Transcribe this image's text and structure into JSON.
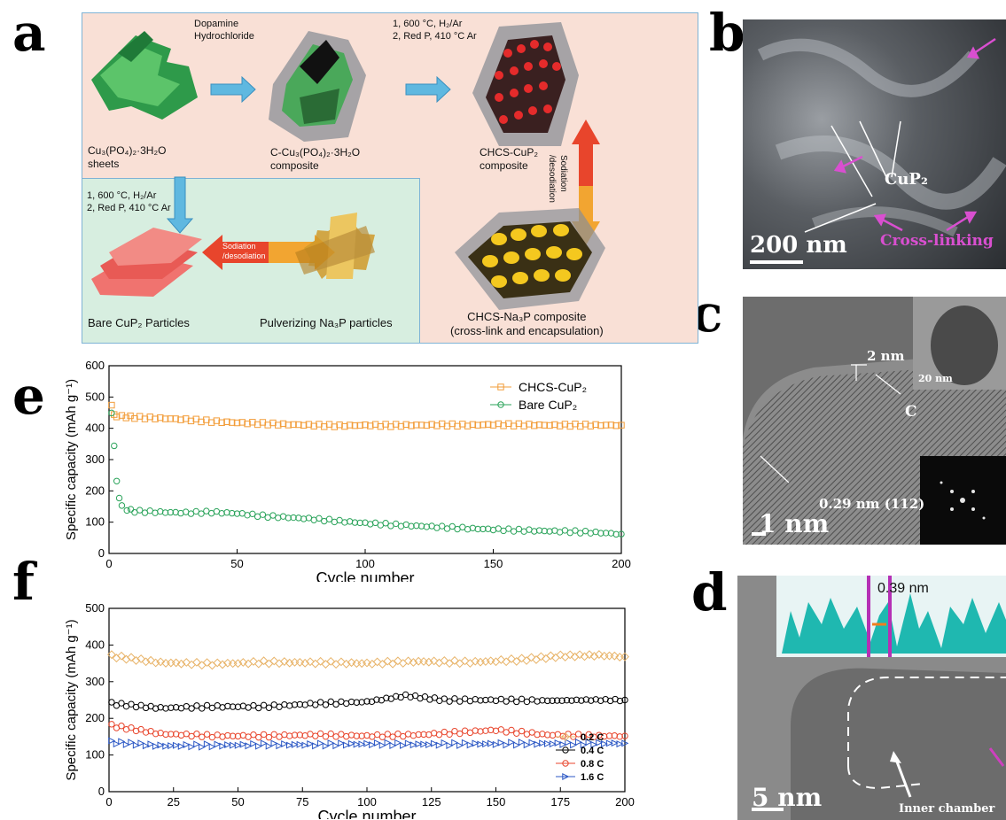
{
  "panel_labels": {
    "a": "a",
    "b": "b",
    "c": "c",
    "d": "d",
    "e": "e",
    "f": "f"
  },
  "schematic": {
    "step1_label": "Dopamine\nHydrochloride",
    "step2_label": "1, 600 °C, H₂/Ar\n2, Red P, 410 °C Ar",
    "step3_label": "1, 600 °C, H₂/Ar\n2, Red P, 410 °C Ar",
    "precursor": "Cu₃(PO₄)₂·3H₂O\nsheets",
    "c_composite": "C-Cu₃(PO₄)₂·3H₂O\ncomposite",
    "chcs_cup2": "CHCS-CuP₂\ncomposite",
    "vertical_arrow_label": "Sodiation\n/desodiation",
    "horizontal_arrow_label": "Sodiation\n/desodiation",
    "bare_cup2": "Bare CuP₂ Particles",
    "pulverizing": "Pulverizing Na₃P particles",
    "chcs_na3p": "CHCS-Na₃P composite\n(cross-link and encapsulation)"
  },
  "panel_b": {
    "scale": "200 nm",
    "cup2": "CuP₂",
    "crosslink": "Cross-linking"
  },
  "panel_c": {
    "scale": "1 nm",
    "thickness": "2 nm",
    "carbon": "C",
    "spacing": "0.29 nm (112)",
    "inset_scale": "20 nm"
  },
  "panel_d": {
    "scale": "5 nm",
    "spacing": "0.39 nm",
    "chamber": "Inner chamber"
  },
  "colors": {
    "orange": "#f29c38",
    "green": "#2aa35a",
    "black": "#000000",
    "red": "#e8452c",
    "blue": "#2b57c4",
    "magenta": "#cf3fbf",
    "tan": "#e8b46a"
  },
  "chart_data": [
    {
      "type": "scatter",
      "xlabel": "Cycle number",
      "ylabel": "Specific capacity (mAh g⁻¹)",
      "xlim": [
        0,
        200
      ],
      "ylim": [
        0,
        600
      ],
      "xticks": [
        "0",
        "50",
        "100",
        "150",
        "200"
      ],
      "yticks": [
        "0",
        "100",
        "200",
        "300",
        "400",
        "500",
        "600"
      ],
      "legend_position": "top-right",
      "series": [
        {
          "name": "CHCS-CuP₂",
          "color": "#f29c38",
          "marker": "square",
          "points": [
            [
              1,
              470
            ],
            [
              2,
              445
            ],
            [
              3,
              440
            ],
            [
              5,
              438
            ],
            [
              10,
              435
            ],
            [
              20,
              432
            ],
            [
              30,
              428
            ],
            [
              40,
              422
            ],
            [
              50,
              418
            ],
            [
              60,
              415
            ],
            [
              70,
              412
            ],
            [
              80,
              410
            ],
            [
              90,
              408
            ],
            [
              100,
              410
            ],
            [
              110,
              409
            ],
            [
              120,
              410
            ],
            [
              130,
              411
            ],
            [
              140,
              410
            ],
            [
              150,
              412
            ],
            [
              160,
              411
            ],
            [
              170,
              410
            ],
            [
              180,
              410
            ],
            [
              190,
              410
            ],
            [
              200,
              410
            ]
          ]
        },
        {
          "name": "Bare CuP₂",
          "color": "#2aa35a",
          "marker": "circle",
          "points": [
            [
              1,
              445
            ],
            [
              2,
              345
            ],
            [
              3,
              235
            ],
            [
              4,
              175
            ],
            [
              5,
              150
            ],
            [
              7,
              140
            ],
            [
              10,
              135
            ],
            [
              20,
              132
            ],
            [
              30,
              130
            ],
            [
              40,
              132
            ],
            [
              50,
              128
            ],
            [
              60,
              120
            ],
            [
              70,
              115
            ],
            [
              80,
              110
            ],
            [
              90,
              103
            ],
            [
              100,
              97
            ],
            [
              110,
              92
            ],
            [
              120,
              88
            ],
            [
              130,
              84
            ],
            [
              140,
              80
            ],
            [
              150,
              77
            ],
            [
              160,
              74
            ],
            [
              170,
              72
            ],
            [
              180,
              70
            ],
            [
              190,
              67
            ],
            [
              200,
              62
            ]
          ]
        }
      ]
    },
    {
      "type": "scatter",
      "xlabel": "Cycle number",
      "ylabel": "Specific capacity (mAh g⁻¹)",
      "xlim": [
        0,
        200
      ],
      "ylim": [
        0,
        500
      ],
      "xticks": [
        "0",
        "25",
        "50",
        "75",
        "100",
        "125",
        "150",
        "175",
        "200"
      ],
      "yticks": [
        "0",
        "100",
        "200",
        "300",
        "400",
        "500"
      ],
      "legend_position": "bottom-right",
      "series": [
        {
          "name": "0.2 C",
          "color": "#e8b46a",
          "marker": "diamond",
          "points": [
            [
              1,
              370
            ],
            [
              20,
              352
            ],
            [
              40,
              348
            ],
            [
              60,
              353
            ],
            [
              80,
              352
            ],
            [
              100,
              350
            ],
            [
              120,
              355
            ],
            [
              140,
              353
            ],
            [
              160,
              360
            ],
            [
              175,
              370
            ],
            [
              190,
              372
            ],
            [
              200,
              368
            ]
          ]
        },
        {
          "name": "0.4 C",
          "color": "#000000",
          "marker": "circle",
          "points": [
            [
              1,
              240
            ],
            [
              20,
              228
            ],
            [
              40,
              232
            ],
            [
              60,
              232
            ],
            [
              80,
              240
            ],
            [
              100,
              245
            ],
            [
              115,
              262
            ],
            [
              130,
              250
            ],
            [
              150,
              250
            ],
            [
              170,
              248
            ],
            [
              185,
              250
            ],
            [
              200,
              250
            ]
          ]
        },
        {
          "name": "0.8 C",
          "color": "#e8452c",
          "marker": "circle",
          "points": [
            [
              1,
              180
            ],
            [
              20,
              158
            ],
            [
              40,
              152
            ],
            [
              60,
              152
            ],
            [
              80,
              155
            ],
            [
              100,
              152
            ],
            [
              120,
              155
            ],
            [
              150,
              168
            ],
            [
              170,
              155
            ],
            [
              190,
              152
            ],
            [
              200,
              152
            ]
          ]
        },
        {
          "name": "1.6 C",
          "color": "#2b57c4",
          "marker": "triangle",
          "points": [
            [
              1,
              135
            ],
            [
              20,
              125
            ],
            [
              40,
              126
            ],
            [
              60,
              128
            ],
            [
              80,
              128
            ],
            [
              100,
              130
            ],
            [
              120,
              129
            ],
            [
              140,
              130
            ],
            [
              160,
              131
            ],
            [
              180,
              131
            ],
            [
              200,
              132
            ]
          ]
        }
      ]
    }
  ]
}
